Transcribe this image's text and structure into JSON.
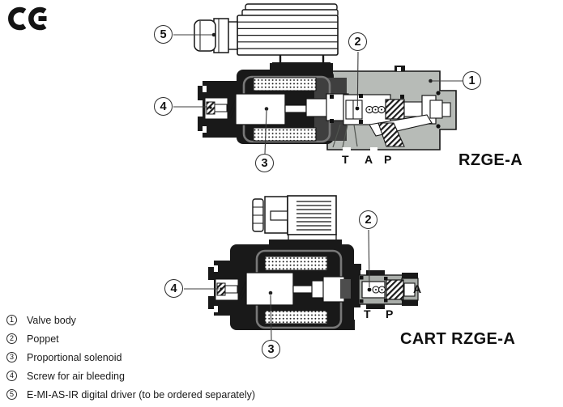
{
  "figure": {
    "ce_mark": "CE",
    "top_diagram": {
      "title": "RZGE-A",
      "ports": [
        {
          "label": "T"
        },
        {
          "label": "A"
        },
        {
          "label": "P"
        }
      ],
      "callouts": [
        {
          "num": "1"
        },
        {
          "num": "2"
        },
        {
          "num": "3"
        },
        {
          "num": "4"
        },
        {
          "num": "5"
        }
      ]
    },
    "bottom_diagram": {
      "title": "CART RZGE-A",
      "ports": [
        {
          "label": "T"
        },
        {
          "label": "P"
        },
        {
          "label": "A"
        }
      ],
      "callouts": [
        {
          "num": "2"
        },
        {
          "num": "3"
        },
        {
          "num": "4"
        }
      ]
    },
    "legend": [
      {
        "num": "1",
        "label": "Valve body"
      },
      {
        "num": "2",
        "label": "Poppet"
      },
      {
        "num": "3",
        "label": "Proportional solenoid"
      },
      {
        "num": "4",
        "label": "Screw for air bleeding"
      },
      {
        "num": "5",
        "label": "E-MI-AS-IR digital driver (to be ordered separately)"
      }
    ],
    "colors": {
      "ink_black": "#191919",
      "body_gray": "#b7bbb7",
      "sleeve_gray": "#a9ada9",
      "housing_dark_gray": "#3f3f3f",
      "leader_line": "#3c3c3c"
    }
  }
}
